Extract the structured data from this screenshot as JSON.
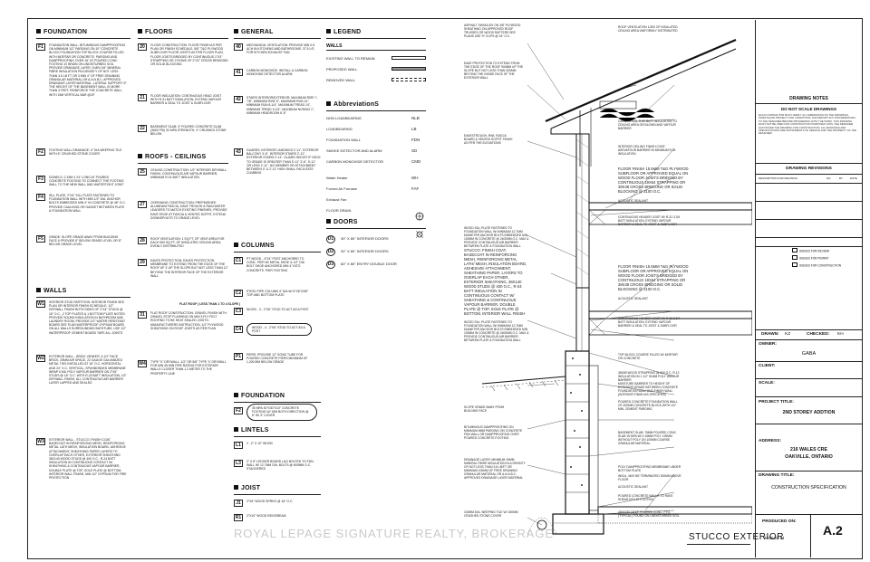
{
  "sections": {
    "foundation": "FOUNDATION",
    "floors": "FLOORS",
    "roofs_ceilings": "ROOFS - CEILINGS",
    "walls": "WALLS",
    "general": "GENERAL",
    "columns": "COLUMNS",
    "foundation2": "FOUNDATION",
    "lintels": "LINTELS",
    "joist": "JOIST",
    "legend": "LEGEND",
    "abbreviations": "AbbreviationS",
    "doors": "DOORS"
  },
  "col1": [
    {
      "tag": "F1",
      "text": "FOUNDATION WALL: BITUMINOUS DAMPPROOFING ON MINIMUM 1/2\" PARGING ON 10\" CONCRETE BLOCK FOUNDATION TOP BLOCK COURSE FILLED WITH MORTAR OR CONCRETE. PARGING AND DAMPPROOFING OVER 16\" AT POURED CONC. FOOTING 10 BRAIN ON UNDISTURBED SOIL PROVIDE DRAINAGE LAYER, 5 MIN 3/4\" MINERAL FIBRE INSULATION PIN DENSITY OF NOT LESS THAN 3.6 LB FT OR 3 MIN 4\" OF FREE DRAINING GRANULAR MATERIAL OR A.A.N.B.C. APPROVED DRAINAGE LAYER MATERIAL. LATERAL SUPPORT: IF THE HEIGHT OF THE BASEMENT WALL IS MORE THAN 3 FEET, REINFORCE THE CONCRETE WALL WITH 15M VERTICAL BAR @20\""
    },
    {
      "tag": "F2",
      "text": "FOOTING WALL DRAINAGE: 4\" DIA WEEPING TILE WITH 6\" CRUSHED STONE COVER"
    },
    {
      "tag": "F3",
      "text": "DOWELS: 2-15M x 24\" LONG AT POURED CONCRETE FOOTING TO CONNECT THE FOOTING WALL TO THE NEW WALL AND WATERTIGHT JOINT"
    },
    {
      "tag": "F4",
      "text": "SILL PLATE: 2\"X4\" SILL PLATE FASTENED TO FOUNDATION WALL WITH MIN 1/2\" DIA. ANCHOR BOLTS EMBEDDED MIN 4\" IN CONCRETE @ 48\" O.C. PROVIDE CAULKING OR GASKET BETWEEN PLATE & FOUNDATION WALL"
    },
    {
      "tag": "F5",
      "text": "GRADE: SLOPE GRADE AWAY FROM BUILDING FACE & PROVIDE 6\" BELOW GRADE LEVEL OR 8\" BELOW GRADE LEVEL"
    },
    {
      "tag": "W1",
      "text": "INTERIOR STUD PARTITION: INTERIOR FINISH SEE PLAN OR INTERIOR FINISH SCHEDULE, 1/2\" DRYWALL FINISH BOTH SIDES OF 2\"X4\" STUDS @ 16\" O.C., 2 TOP PLATES & 1 BOTTOM PLATE NOTES: PROVIDE SOUND INSULATION IN BATHROOM AND LAUNDRY ROOM, PROVIDE 1/2\" WATER RESISTANT BOARD SEE PLAN WATERPROOF GYPSUM BOARD ON ALL WALLS SURROUNDING BATHTUBS, USE 1/2\" WATERPROOF CEMENT BOARD TAPE ALL JOINTS"
    },
    {
      "tag": "W2",
      "text": "EXTERIOR WALL - BRICK VENEER: 3-1/2\" FACE BRICK, 25mm AIR SPACE, 22 GAUGE GALVANIZED METAL TIES INSTALLED AT 16\" O.C. HORIZONTAL AND 24\" O.C. VERTICAL, SPUNBONDED MEMBRANE WRAP 6 MIL POLY VAPOUR BARRIER ON 2\"X6\" STUDS @ 16\" O.C. WITH R-20 BATT INSULATION, 1/2\" DRYWALL FINISH, ALL CONTINUOUS AIR BARRIER LAYER LAPPED AND SEALED"
    },
    {
      "tag": "W3",
      "text": "EXTERIOR WALL - STUCCO: FINISH COAT, BASECOAT IN REINFORCING MESH, REINFORCING METAL LATH MESH, INSULATION BOARD, ADHESIVE ATTACHMENT, SHEATHING PAPER LAYERS TO OVERLAP EACH OTHER, EXTERIOR SHEATHING 38X140 WOOD STUDS @ 400 O.C., R-24 BATT INSULATION IN CONTINUOUS CONTACT W/ SHEATHING & CONTINUOUS VAPOUR BARRIER, DOUBLE PLATE @ TOP, SOLE PLATE @ BOTTOM, INTERIOR WALL FINISH, MIN 1/2\" GYPSUM FOR FIRE PROTECTION"
    }
  ],
  "col2": [
    {
      "tag": "20",
      "text": "FLOOR CONSTRUCTION: FLOOR FINISH AS PER PLAN OR FINISH SCHEDULE, 5/8\" T&G PLYWOOD SUBFLOOR FLOOR JOISTS AS PER FLOOR PLAN, FLOOR JOISTS BRIDGED BY CONTINUOUS 1\"X3\" STRAPPING OR 2 ROWS OF 2\"X2\" CROSS BRIDGING OR SOLID BLOCKING"
    },
    {
      "tag": "21",
      "text": "FLOOR INSULATION: CONTINUOUS HEAD JOIST WITH R-31 BATT INSULATION, EXTEND VAPOUR BARRIER & SEAL TO JOIST & SUBFLOOR"
    },
    {
      "tag": "22",
      "text": "BASEMENT SLAB: 3\" POURED CONCRETE SLAB (3600 PSI) 32 MPa STRENGTH, 4\" CRUSHED STONE BELOW"
    },
    {
      "tag": "25",
      "text": "CEILING CONSTRUCTION: 1/2\" INTERIOR DRYWALL FINISH, CONTINUOUS AIR VAPOUR BARRIER, MINIMUM R-31 BATT INSULATION"
    },
    {
      "tag": "27",
      "text": "OVERHANG CONSTRUCTION: PREFINISHED ALUMINUM FASCIA, EAVE TROUGH & RAIN WATER LEADERS TO MATCH EXISTING FINISHES, PROVIDE EAVE EDGE AT FASCIA & VENTED SOFFIT, EXTEND DOWNSPOUTS TO GRADE LEVEL"
    },
    {
      "tag": "28",
      "text": "ROOF VENTILATION: 1 SQ.FT. OF VENT AREA FOR EACH 300 SQ.FT. OF INSULATED CEILING AREA, EVENLY DISTRIBUTED"
    },
    {
      "tag": "29",
      "text": "EAVES PROTECTION: EAVES PROTECTION MEMBRANE TO EXTEND FROM THE EDGE OF THE ROOF UP 3' UP THE SLOPE BUT NOT LESS THAN 12\" BEYOND THE INTERIOR FACE OF THE EXTERIOR WALL"
    },
    {
      "tag": "31",
      "text": "FLAT ROOF CONSTRUCTION: GRAVEL FINISH WITH GRAVEL STOP FLASHING ON MIN 3 PLY FELT ROOFING TO BE HEAT SEALED JOISTS: MANUFACTURERS INSTRUCTION, 1/2\" PLYWOOD SHEATHING ON ROOF JOISTS AS PER PLAN"
    },
    {
      "tag": "W4",
      "text": "TYPE \"X\" DRYWALL: 1/2\" OR 5/8\" TYPE 'X' DRYWALL FOR MIN 45 min FIRE RATING FOR EXTERIOR WALLS CLOSER THAN 1.2 METER TO THE PROPERTY LINE"
    }
  ],
  "flat_roof_label": "FLAT ROOF ( LESS THAN 1 TO 4 SLOPE )",
  "col3": [
    {
      "tag": "40",
      "text": "MECHANICAL VENTILATION: PROVIDE MIN 0.5 ACH IN KITCHENS AND BATHROOMS, 37.5 L/S FOR KITCHEN EXHAUST FAN"
    },
    {
      "tag": "41",
      "text": "CARBON MONOXIDE: INSTALL A CARBON MONOXIDE DETECTOR ALARM"
    },
    {
      "tag": "42",
      "text": "STAIRS INTERIOR/EXTERIOR: MAXIMUM RISE 7-7/8\", MINIMUM RISE 5\", MAXIMUM RUN 14\", MINIMUM RUN 8-1/4\", MAXIMUM TREAD 14\", MINIMUM TREAD 9-1/4\", MAXIMUM NOSING 1\", MINIMUM HEADROOM 6'-5\""
    },
    {
      "tag": "43",
      "text": "GUARDS: INTERIOR LANDINGS 2'-11\", EXTERIOR BALCONY 3'-6\", INTERIOR STAIRS 2'-11\", EXTERIOR STAIRS 2'-11\". GUARD HEIGHT IF DECK TO GRADE IS GREATER THAN 5'-11\" 3'-6\", 5'-11\" OR LESS 2'-11\", NO MEMBER OR ATTACHMENT BETWEEN 4\" & 2'-11\" HIGH SHALL FACILITATE CLIMBING"
    }
  ],
  "columns": [
    {
      "tag": "C1",
      "text": "PT WOOD - 4\"X4\" POST ANCHORED TO CONC. PIER W/ METAL SHOE & 1/2\" DIA BOLT SHOE ANCHORED MIN 4\" INTO CONCRETE, PIER FOOTING"
    },
    {
      "tag": "C2",
      "text": "STEEL PIPE COLUMN 4\" DIA W/ 6\"X6\"X3/8\" TOP AND BOTTOM PLATE"
    },
    {
      "tag": "C3",
      "text": "WOOD - 3 - 2\"X6\" STUD TO ACT AS A POST"
    },
    {
      "tag": "C4",
      "text": "WOOD - 4 - 2\"X6\" STUD TO ACT AS A POST"
    },
    {
      "tag": "P1",
      "text": "PIERS: PROVIDE 12\" SONO TUBE FOR POURED CONCRETE PIERS MINIMUM OF 1,200 mm BELOW GRADE"
    }
  ],
  "foundation2": [
    {
      "tag": "F2",
      "text": "35 mpa 30\"X30\"X10\" CONCRETE FOOTING W/ 15M BOTH DIRECTION @ 6\" W/ 3\" COVER"
    }
  ],
  "lintels": [
    {
      "tag": "L1",
      "text": "2 - 2\" x 10\" WOOD"
    },
    {
      "tag": "L3",
      "text": "2\" x 8\" LEDGER BOARD LAG BOLTED TO FDN. WALL W/ 12.7mm DIA. BOLTS @ 600mm O.C. STAGGERED"
    }
  ],
  "joists": [
    {
      "tag": "J1",
      "text": "2\"X6\" WOOD SPRKG @ 16\" O.C."
    },
    {
      "tag": "R1",
      "text": "2\"X10\" WOOD RIDGEBEAM"
    }
  ],
  "legend": {
    "walls_label": "WALLS",
    "rows": [
      {
        "label": "EXISTING WALL TO REMAIN",
        "fill": "#ffffff"
      },
      {
        "label": "PROPOSED WALL",
        "fill": "#9a9a9a"
      },
      {
        "label": "REMOVED WALL",
        "fill": "#ffffff"
      }
    ]
  },
  "abbreviations": [
    {
      "key": "NON LOADBEARING",
      "val": "NLB"
    },
    {
      "key": "LOADBEARING",
      "val": "LB"
    },
    {
      "key": "FOUNDATION WALL",
      "val": "FDN"
    },
    {
      "key": "SMOKE DETECTOR AND ALARM",
      "val": "SD"
    },
    {
      "key": "CARBON MONOXIDE DETECTOR",
      "val": "CMD"
    },
    {
      "key": "Water Heater",
      "val": "WH"
    },
    {
      "key": "Forced Air Furnace",
      "val": "FAF"
    },
    {
      "key": "Exhaust Fan",
      "val": ""
    },
    {
      "key": "FLOOR DRAIN",
      "val": ""
    }
  ],
  "doors": [
    {
      "tag": "D1",
      "text": "30\" X 80\" INTERIOR DOORS"
    },
    {
      "tag": "D2",
      "text": "32\" X 80\" INTERIOR DOORS"
    },
    {
      "tag": "D3",
      "text": "60\" X 80\" ENTRY DOUBLE DOOR"
    }
  ],
  "callouts_left": [
    "ASPHALT SHINGLES ON 3/8\" PLYWOOD SHEATHING ON APPROVED ROOF TRUSSES OR WOOD RAFTERS SEE PLANS USE 'H' CLIPS @ 16\" O.C.",
    "EAVE PROTECTION TO EXTEND FROM THE EDGE OF THE ROOF 900mm UP THE SLOPE BUT NOT LESS THAN 300mm BEYOND THE INSIDE FACE OF THE EXTERIOR WALL",
    "EAVESTROUGH, RWL FASCIA BOARD & VENTED SOFFIT FINISH AS PER THE ELEVATIONS",
    "WOOD SILL PLATE FASTENED TO FOUNDATION WALL W/ MINIMUM 12.7mm DIAMETER ANCHOR BOLTS EMBEDDED MIN. 100mm IN CONCRETE @ 2400mm O.C. MAX & PROVIDE CONTINUOUS AIR BARRIER BETWEEN PLATE & FOUNDATION WALL",
    "STUCCO: FINISH COAT, BASECOAT IN REINFORCING MESH, REINFORCING METAL LATH/ MESH, INSULATION BOARD, ADHESIVE/ ATTACHMENT, SHEATHING PAPER. LAYERS TO OVERLAP EACH OTHER, EXTERIOR SHEATHING, 38X140 WOOD STUDS @ 400 O.C., R-24 BATT INSULATION IN CONTINUOUS CONTACT W/ SHEATHING & CONTINUOUS VAPOUR BARRIER, DOUBLE PLATE @ TOP, SOLE PLATE @ BOTTOM, INTERIOR WALL FINISH",
    "WOOD SILL PLATE FASTENED TO FOUNDATION WALL W/ MINIMUM 12.7mm DIAMETER ANCHOR BOLTS EMBEDDED MIN. 100mm IN CONCRETE @ 2400mm O.C. MAX & PROVIDE CONTINUOUS AIR BARRIER BETWEEN PLATE & FOUNDATION WALL",
    "SLOPE GRADE AWAY FROM BUILDING FACE",
    "BITUMINOUS DAMPPROOFING ON MINIMUM 6mm PARGING ON CONCRETE FDN WALL OR DAMPPROOFING OVER POURED CONCRETE FOOTING",
    "DRAINAGE LAYER: MINIMUM 19mm MINERAL FIBRE INSULATION IN A DENSITY OF NOT LESS THAN 3.6 LB/FT OR MINIMUM 100mm OF FREE DRAINING GRANULAR MATERIAL OR A.A.N.B.C. APPROVED DRAINAGE LAYER MATERIAL",
    "100mm DIA. WEEPING TILE W/ 150mm CRUSHED STONE COVER"
  ],
  "callouts_right": [
    "ROOF VENTILATION 1/300 OF INSULATED CEILING AREA UNIFORMLY DISTRIBUTED",
    "CARBON MIN. R-50 BATT INSULATION TO CEILING AREA OR BLOWN AND VAPOUR BARRIER",
    "INTERIOR CEILING FINISH CONT. AIR/VAPOUR BARRIER IN MINIMUM R-31 INSULATION",
    "FLOOR FINISH 15.5mm T&G PLYWOOD SUBFLOOR OR APPROVED EQUAL ON WOOD FLOOR JOISTS BRIDGED BY CONTINUOUS 19X64 STRAPPING OR 38X38 CROSS BRIDGING OR SOLID BLOCKING @ 2100 O.C.",
    "ACOUSTIC SEALANT",
    "CONTINUOUS HEADER JOIST W/ R-31 3 3/4 BATT INSULATION, EXTEND VAPOUR BARRIER & SEAL TO JOIST & SUBFLOOR",
    "FLOOR FINISH 15.5mm T&G PLYWOOD SUBFLOOR OR APPROVED EQUAL ON WOOD FLOOR JOISTS BRIDGED BY CONTINUOUS 19X64 STRAPPING OR 38X38 CROSS BRIDGING OR SOLID BLOCKING @ 2100 O.C.",
    "ACOUSTIC SEALANT",
    "CONTINUOUS HEADER JOIST W/ R-31 3 3/4 BATT INSULATION, EXTEND VAPOUR BARRIER & SEAL TO JOIST & SUBFLOOR",
    "TOP BLOCK COURSE FILLED W/ MORTAR OR CONCRETE",
    "38X89 WOOD STRAPPING @ 600 O.C. R-12 INSULATION IN 1 1/2\" 51mm POLY VAPOUR BARRIER",
    "MOISTURE BARRIER TO HEIGHT OF EXTERIOR GRADE BETWEEN CONCRETE FOUNDATION WALL AND FINISH WALL (INTERIOR FINISH AS SPECIFIED)",
    "POURED CONCRETE FOUNDATION WALL OF 200mm CONCRETE BLOCK WITH 1/4\" MIN. CEMENT PARGING",
    "BASEMENT SLAB: 75mm POURED CONC. SLAB 15 MPa W/ 0.15mm POLY 125mm WITHOUT POLY ON 100mm COARSE GRANULAR MATERIAL",
    "POLY DAMPPROOFING MEMBRANE UNDER BOTTOM PLATE",
    "INSUL. MAY BE TERMINATED 300mm ABOVE FLOOR",
    "ACOUSTIC SEALANT",
    "POURED CONCRETE WALLS TO HAVE SHEAR KEY AT FOOTING",
    "400X150 DEEP POURED CONC. FTG. (TYPICAL) FOUND ON UNDISTURBED SOIL"
  ],
  "drawing_title_text": "STUCCO EXTERIOR",
  "watermark": "ROYAL LEPAGE SIGNATURE REALTY, BROKERAGE",
  "title_block": {
    "notes_title": "DRAWING NOTES",
    "do_not_scale": "DO NOT SCALE DRAWINGS",
    "notes_text": "EACH CONTRACTOR MUST VERIFY ALL DIMENSIONS ON THE DRAWINGS, INVESTIGATE PROJECT SITE CONDITIONS, AND REPORT ANY DISCREPANCIES TO THE DESIGNER BEFORE PROCEEDING WITH THE WORK. THIS DRAWING MUST NOT BE USED FOR CONSTRUCTION PURPOSES UNTIL THE DESIGNER HAS ISSUED THE DRAWING FOR CONSTRUCTION. ALL DRAWINGS AND SPECIFICATIONS ARE INSTRUMENTS OF SERVICE AND THE PROPERTY OF THE DESIGNER.",
    "revisions_title": "DRAWING REVISIONS",
    "rev_headers": [
      "DESCRIPTION FOR REVISION",
      "NO.",
      "BY",
      "DATE"
    ],
    "issued_review": "ISSUED FOR REVIEW",
    "issued_permit": "ISSUED FOR PERMIT",
    "issued_construction": "ISSUED FOR CONSTRUCTION",
    "drawn_label": "DRAWN:",
    "drawn_value": "KZ",
    "checked_label": "CHECKED:",
    "checked_value": "KH",
    "owner_label": "OWNER:",
    "owner_value": "GABA",
    "client_label": "CLIENT:",
    "scale_label": "SCALE:",
    "project_title_label": "PROJECT TITLE:",
    "project_title_value": "2ND STOREY ADDTION",
    "address_label": "ADDRESS:",
    "address_line1": "216 WALES CRE",
    "address_line2": "OAKVILLE, ONTARIO",
    "drawing_title_label": "DRAWING TITLE:",
    "drawing_title_value": "CONSTRUCTION SPECIFICATION",
    "produced_on_label": "PRODUCED ON:",
    "produced_on_value": "2018-03-14",
    "sheet_number": "A.2"
  }
}
